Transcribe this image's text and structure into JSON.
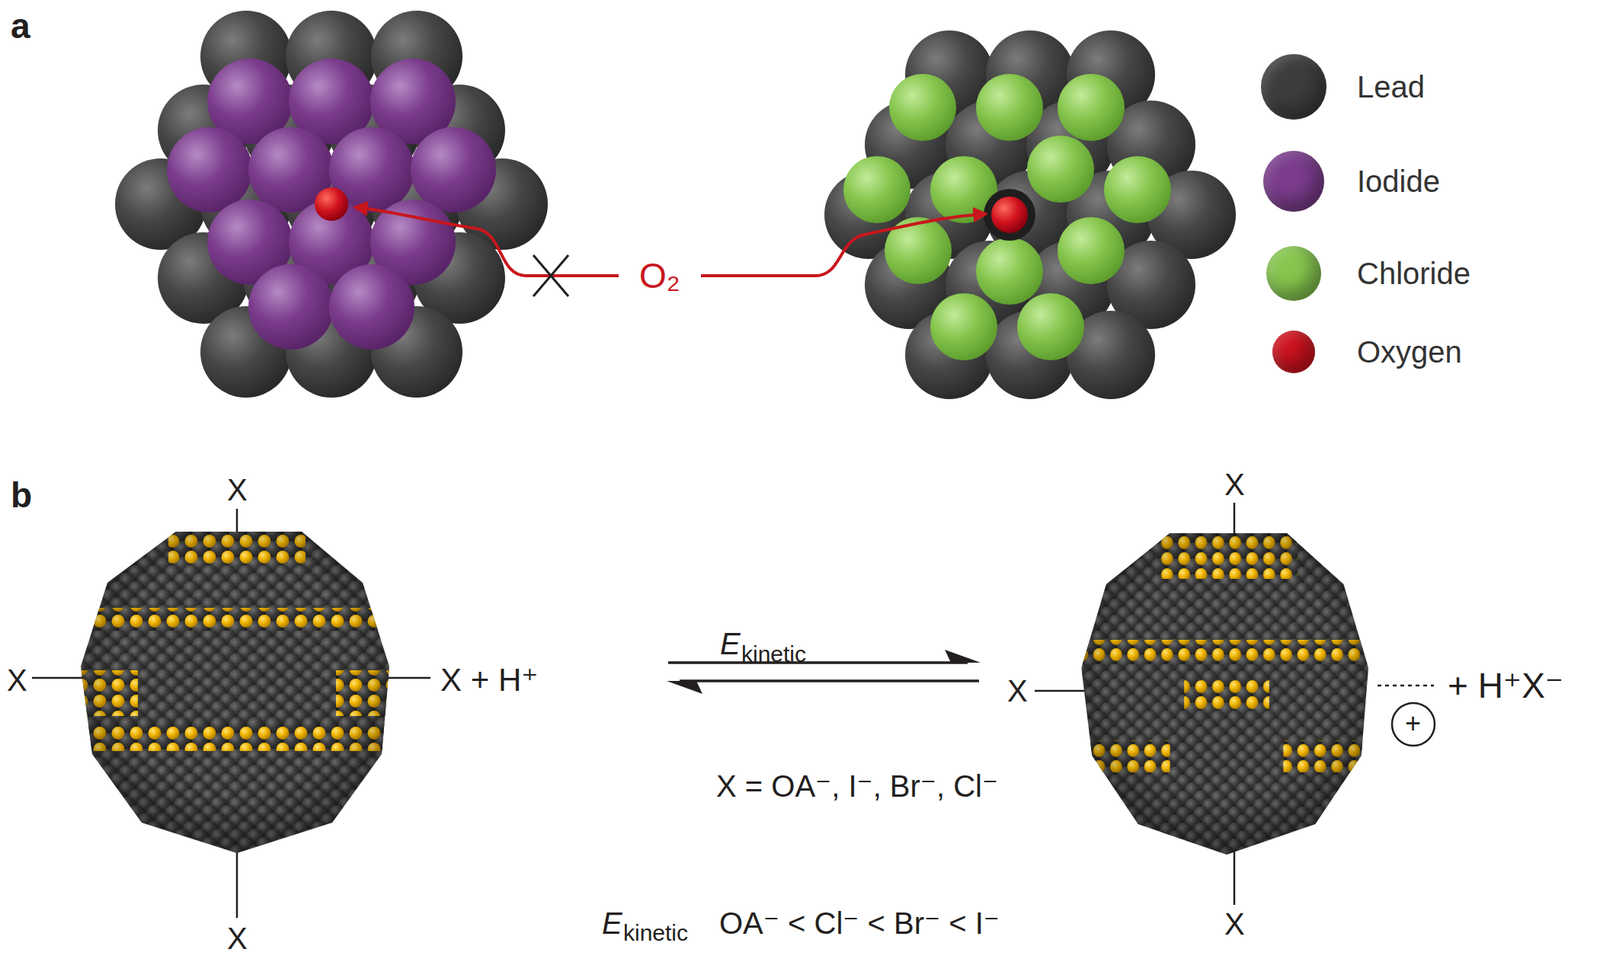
{
  "diagram": {
    "labels": [
      "a",
      "O₂",
      "b",
      "X",
      "X",
      "X + H⁺",
      "X",
      "E",
      "kinetic",
      "X",
      "X",
      "+",
      "+ H⁺X⁻",
      "X",
      "X = OA⁻, I⁻, Br⁻, Cl⁻",
      "E",
      "kinetic",
      "OA⁻ < Cl⁻ < Br⁻ < I⁻"
    ],
    "legend": [
      {
        "text": "Lead",
        "color": "#3d3d3d"
      },
      {
        "text": "Iodide",
        "color": "#7b3c8c"
      },
      {
        "text": "Chloride",
        "color": "#86c64e"
      },
      {
        "text": "Oxygen",
        "color": "#d0121e"
      }
    ]
  }
}
